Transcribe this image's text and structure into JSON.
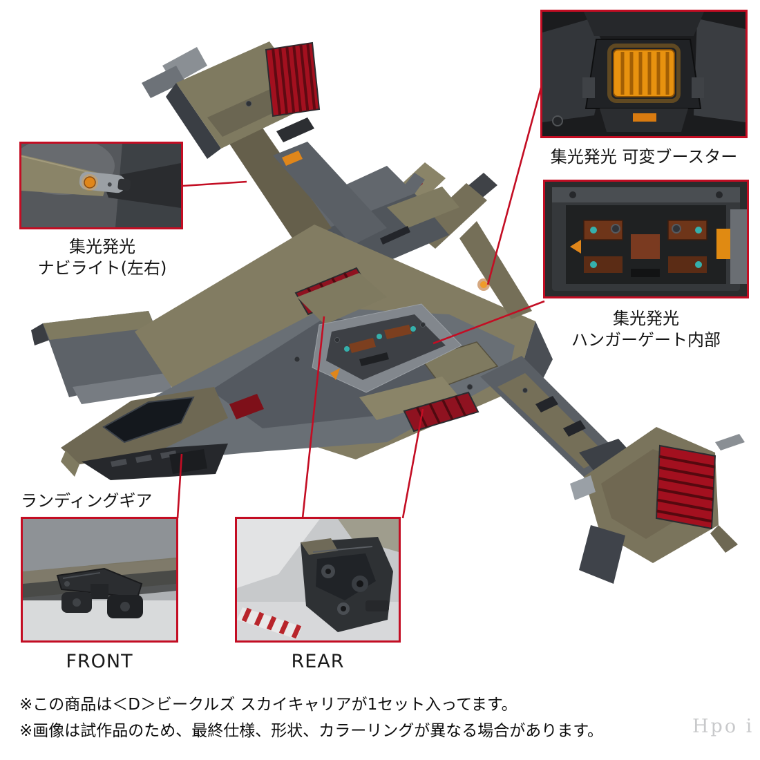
{
  "page": {
    "background": "#ffffff",
    "accent": "#c30d23",
    "watermark": "Hpo i"
  },
  "palette": {
    "khaki": "#7f7a60",
    "khaki_dark": "#655f4b",
    "hull_gray": "#5b6066",
    "dark_gray": "#26282c",
    "grille_red": "#a3101f",
    "light_orange": "#e0861a",
    "copper": "#7a3a20",
    "teal": "#35b0ac"
  },
  "callouts": {
    "nav_light": {
      "line1": "集光発光",
      "line2": "ナビライト(左右)"
    },
    "booster": {
      "label": "集光発光 可変ブースター"
    },
    "hangar": {
      "line1": "集光発光",
      "line2": "ハンガーゲート内部"
    },
    "landing_gear": {
      "label": "ランディングギア"
    },
    "front": {
      "label": "FRONT"
    },
    "rear": {
      "label": "REAR"
    }
  },
  "notes": {
    "line1": "※この商品は＜D＞ビークルズ スカイキャリアが1セット入ってます。",
    "line2": "※画像は試作品のため、最終仕様、形状、カラーリングが異なる場合があります。"
  }
}
